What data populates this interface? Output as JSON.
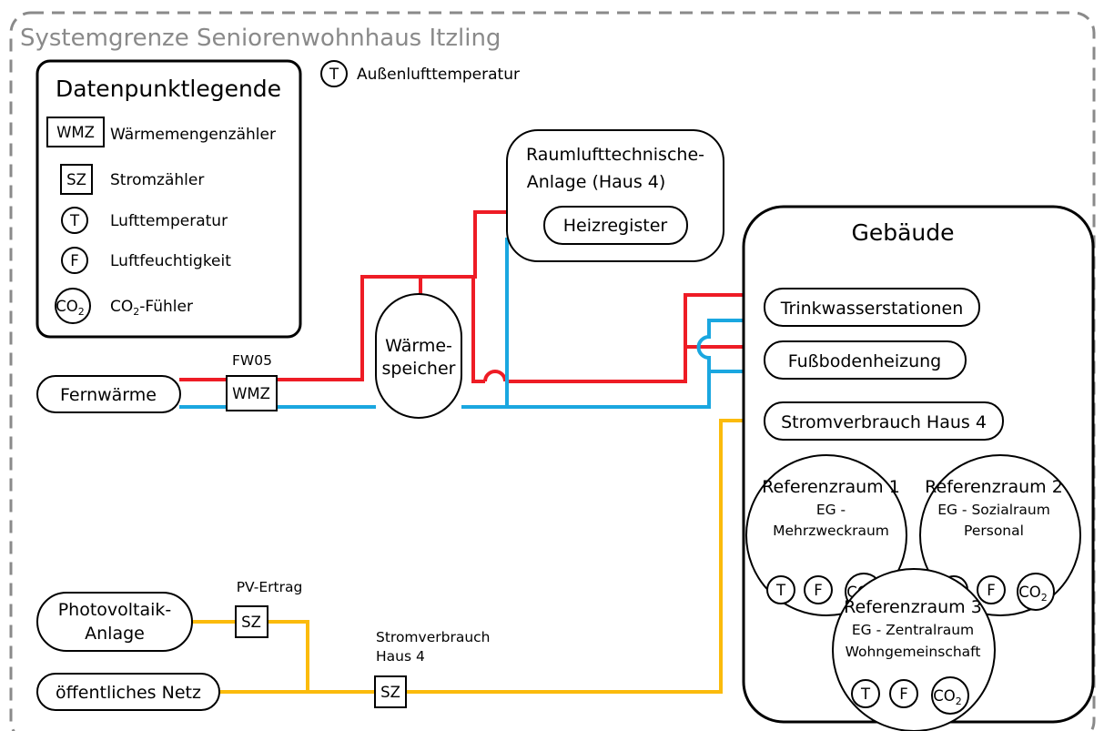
{
  "title": "Systemgrenze Seniorenwohnhaus Itzling",
  "outdoor_sensor": {
    "symbol": "T",
    "label": "Außenlufttemperatur"
  },
  "legend": {
    "title": "Datenpunktlegende",
    "items": [
      {
        "symbol": "WMZ",
        "label": "Wärmemengenzähler"
      },
      {
        "symbol": "SZ",
        "label": "Stromzähler"
      },
      {
        "symbol": "T",
        "label": "Lufttemperatur"
      },
      {
        "symbol": "F",
        "label": "Luftfeuchtigkeit"
      },
      {
        "symbol": "CO",
        "symbol_sub": "2",
        "label_pre": "CO",
        "label_sub": "2",
        "label_post": "-Fühler"
      }
    ]
  },
  "sources": {
    "fernwaerme": "Fernwärme",
    "pv_line1": "Photovoltaik-",
    "pv_line2": "Anlage",
    "netz": "öffentliches Netz"
  },
  "meters": {
    "fw05_label": "FW05",
    "fw05_symbol": "WMZ",
    "pv_label": "PV-Ertrag",
    "pv_symbol": "SZ",
    "strom_label_line1": "Stromverbrauch",
    "strom_label_line2": "Haus 4",
    "strom_symbol": "SZ"
  },
  "storage": {
    "line1": "Wärme-",
    "line2": "speicher"
  },
  "rlt": {
    "line1": "Raumlufttechnische-",
    "line2": "Anlage (Haus 4)",
    "heizregister": "Heizregister"
  },
  "building": {
    "title": "Gebäude",
    "consumers": [
      "Trinkwasserstationen",
      "Fußbodenheizung",
      "Stromverbrauch Haus 4"
    ],
    "rooms": [
      {
        "title": "Referenzraum 1",
        "line1": "EG -",
        "line2": "Mehrzweckraum"
      },
      {
        "title": "Referenzraum 2",
        "line1": "EG - Sozialraum",
        "line2": "Personal"
      },
      {
        "title": "Referenzraum 3",
        "line1": "EG - Zentralraum",
        "line2": "Wohngemeinschaft"
      }
    ],
    "sensors": {
      "t": "T",
      "f": "F",
      "co": "CO",
      "co_sub": "2"
    }
  },
  "colors": {
    "supply": "#ee1c25",
    "return": "#1aa7e0",
    "electric": "#fbbb0c",
    "boundary": "#8a8a8a"
  }
}
